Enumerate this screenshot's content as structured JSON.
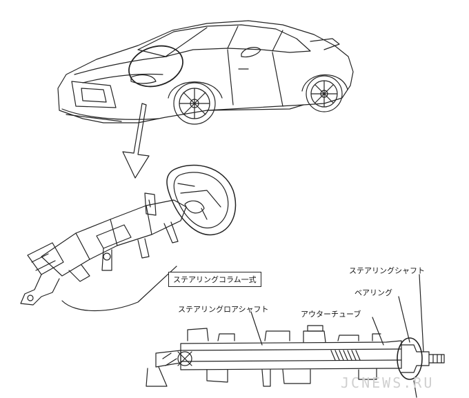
{
  "labels": {
    "steering_column_assembly": "ステアリングコラム一式",
    "steering_shaft": "ステアリングシャフト",
    "bearing": "ベアリング",
    "steering_lower_shaft": "ステアリングロアシャフト",
    "outer_tube": "アウターチューブ"
  },
  "watermark": "JCNEWS.RU",
  "icons": [
    "car-line-drawing",
    "steering-column-drawing",
    "column-cross-section-drawing",
    "down-arrow-icon"
  ],
  "colors": {
    "line": "#222222",
    "background": "#ffffff",
    "watermark": "#cfcfcf"
  }
}
